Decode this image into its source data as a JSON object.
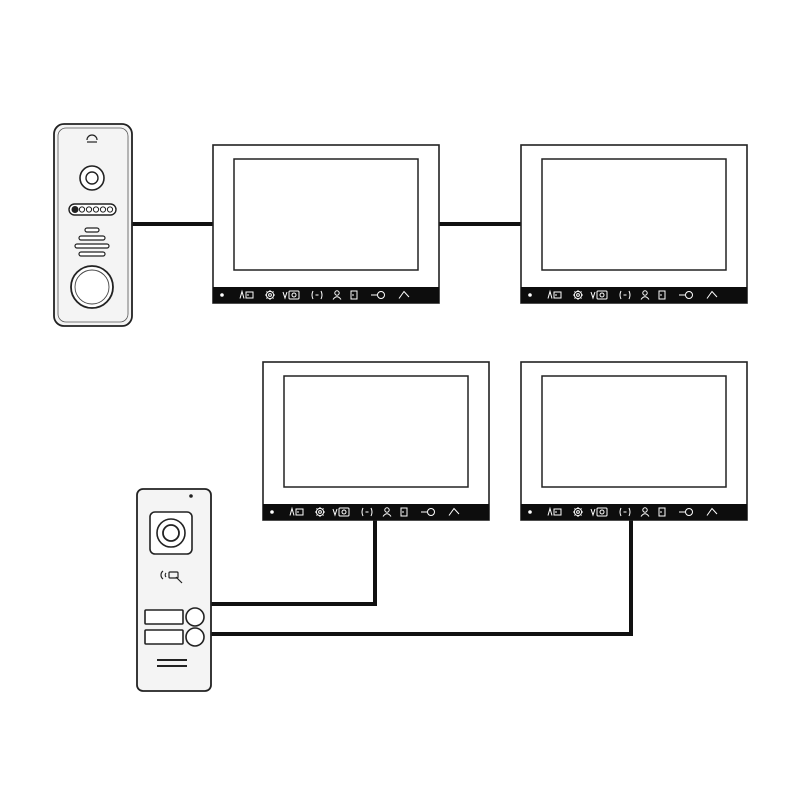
{
  "diagram": {
    "colors": {
      "background": "#ffffff",
      "line": "#111111",
      "panel_fill": "#f4f4f4",
      "panel_stroke": "#222222",
      "monitor_bar": "#0d0d0d",
      "monitor_icons": "#ffffff"
    },
    "monitor_control_icons": [
      "power-led-icon",
      "a-volume-icon",
      "settings-gear-icon",
      "v-camera-icon",
      "intercom-icon",
      "user-icon",
      "door-icon",
      "key-unlock-icon",
      "handset-icon"
    ],
    "devices": [
      {
        "id": "door-panel-1",
        "kind": "single-call outdoor panel",
        "components": [
          "camera-icon",
          "ir-led-strip-icon",
          "speaker-grille-icon",
          "call-button"
        ]
      },
      {
        "id": "monitor-1",
        "kind": "indoor monitor"
      },
      {
        "id": "monitor-2",
        "kind": "indoor monitor"
      },
      {
        "id": "monitor-3",
        "kind": "indoor monitor"
      },
      {
        "id": "monitor-4",
        "kind": "indoor monitor"
      },
      {
        "id": "door-panel-2",
        "kind": "two-call outdoor panel with card reader",
        "components": [
          "camera-icon",
          "rfid-card-icon",
          "call-button-1",
          "call-button-2",
          "speaker-grille-icon"
        ]
      }
    ],
    "connections": [
      {
        "from": "door-panel-1",
        "to": "monitor-1"
      },
      {
        "from": "monitor-1",
        "to": "monitor-2"
      },
      {
        "from": "door-panel-2",
        "to": "monitor-3"
      },
      {
        "from": "door-panel-2",
        "to": "monitor-4"
      }
    ]
  }
}
